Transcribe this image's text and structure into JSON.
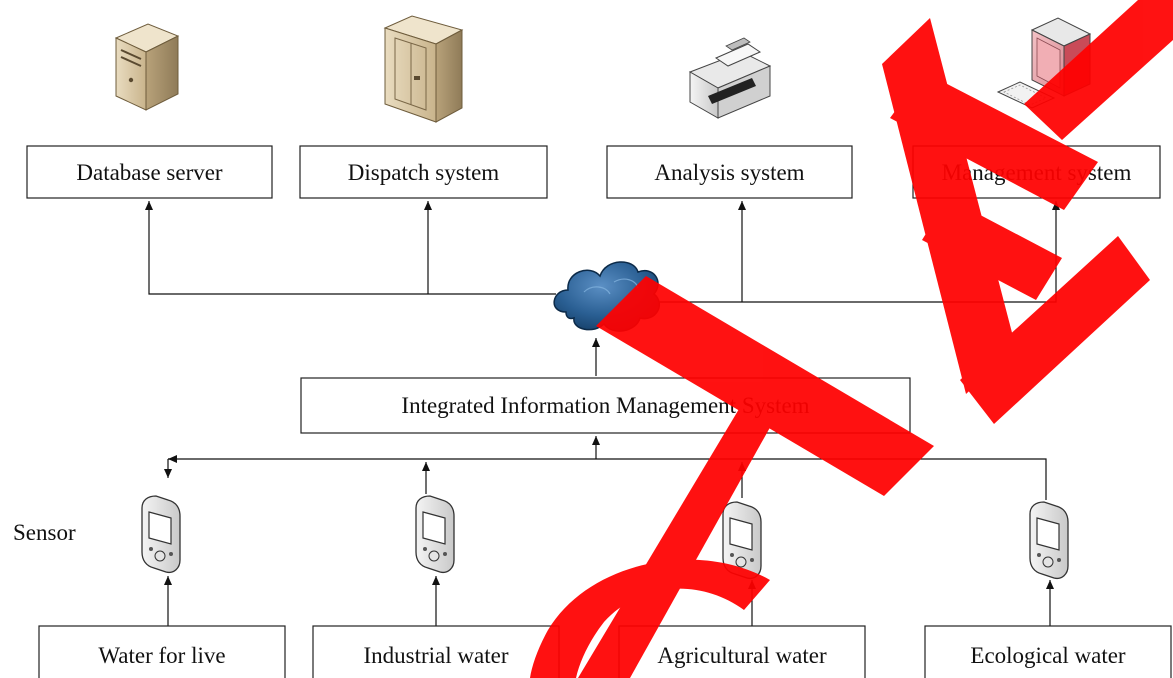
{
  "top_systems": [
    {
      "label": "Database server",
      "icon": "server-tower-icon"
    },
    {
      "label": "Dispatch system",
      "icon": "server-cabinet-icon"
    },
    {
      "label": "Analysis system",
      "icon": "printer-icon"
    },
    {
      "label": "Management system",
      "icon": "desktop-computer-icon"
    }
  ],
  "network": {
    "icon": "cloud-network-icon"
  },
  "central": {
    "label": "Integrated Information Management System"
  },
  "sensor_row": {
    "label": "Sensor",
    "icon": "sensor-device-icon"
  },
  "water_sources": [
    {
      "label": "Water for live"
    },
    {
      "label": "Industrial water"
    },
    {
      "label": "Agricultural water"
    },
    {
      "label": "Ecological water"
    }
  ],
  "watermark": {
    "text": "CTED",
    "color": "#ff0000"
  }
}
